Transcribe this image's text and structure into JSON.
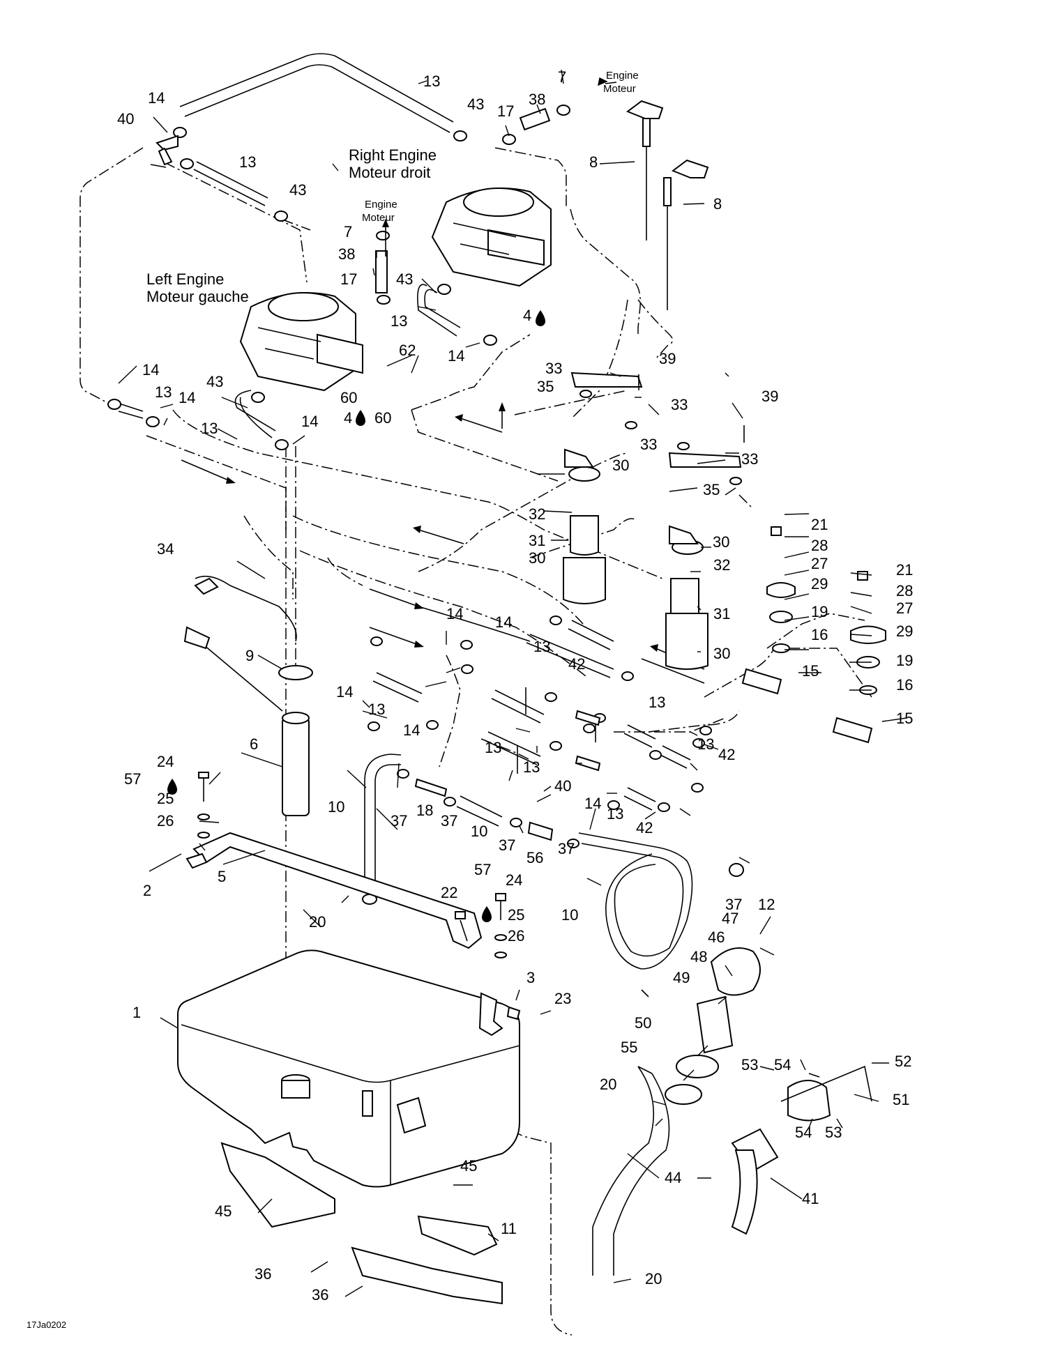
{
  "labels": {
    "engine_top": "Engine",
    "moteur_top": "Moteur",
    "engine_mid": "Engine",
    "moteur_mid": "Moteur",
    "right_engine": "Right Engine",
    "moteur_droit": "Moteur droit",
    "left_engine": "Left Engine",
    "moteur_gauche": "Moteur gauche",
    "drawing_code": "17Ja0202"
  },
  "callouts": [
    "13",
    "7",
    "14",
    "43",
    "38",
    "17",
    "40",
    "13",
    "43",
    "8",
    "8",
    "7",
    "38",
    "43",
    "17",
    "13",
    "14",
    "4",
    "62",
    "14",
    "13",
    "14",
    "43",
    "60",
    "4",
    "60",
    "13",
    "14",
    "33",
    "39",
    "35",
    "33",
    "39",
    "33",
    "33",
    "30",
    "35",
    "32",
    "31",
    "30",
    "34",
    "30",
    "32",
    "21",
    "28",
    "27",
    "29",
    "21",
    "28",
    "27",
    "31",
    "19",
    "16",
    "29",
    "30",
    "19",
    "16",
    "15",
    "15",
    "9",
    "14",
    "14",
    "13",
    "42",
    "14",
    "13",
    "13",
    "13",
    "42",
    "14",
    "13",
    "13",
    "40",
    "14",
    "13",
    "42",
    "6",
    "24",
    "57",
    "25",
    "26",
    "10",
    "37",
    "18",
    "37",
    "10",
    "37",
    "56",
    "37",
    "37",
    "12",
    "2",
    "5",
    "20",
    "22",
    "57",
    "24",
    "25",
    "26",
    "10",
    "47",
    "46",
    "48",
    "3",
    "23",
    "49",
    "1",
    "50",
    "55",
    "53",
    "54",
    "52",
    "51",
    "20",
    "54",
    "53",
    "41",
    "44",
    "45",
    "45",
    "11",
    "36",
    "36",
    "20"
  ]
}
